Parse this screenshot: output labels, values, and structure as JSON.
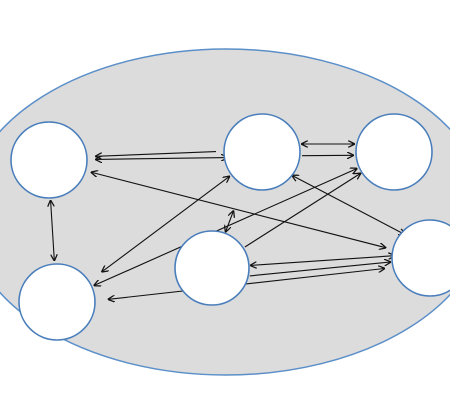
{
  "diagram": {
    "colors": {
      "background": "#ffffff",
      "ellipse_fill": "#dcdcdc",
      "ellipse_stroke": "#5b8fc9",
      "node_fill": "#ffffff",
      "node_stroke": "#4a7ebb",
      "edge": "#111111"
    },
    "nodes": [
      {
        "id": "n1"
      },
      {
        "id": "n2"
      },
      {
        "id": "n3"
      },
      {
        "id": "n4"
      },
      {
        "id": "n5"
      },
      {
        "id": "n6"
      },
      {
        "id": "n7"
      }
    ],
    "edges": [
      {
        "from": "n2",
        "to": "n1",
        "arrow": "end"
      },
      {
        "from": "n1",
        "to": "n2",
        "arrow": "both"
      },
      {
        "from": "n2",
        "to": "n3",
        "arrow": "both"
      },
      {
        "from": "n2",
        "to": "n3",
        "arrow": "end"
      },
      {
        "from": "n3",
        "to": "n4",
        "arrow": "both"
      },
      {
        "from": "n1",
        "to": "n4",
        "arrow": "both"
      },
      {
        "from": "n1",
        "to": "n6",
        "arrow": "both"
      },
      {
        "from": "n2",
        "to": "n6",
        "arrow": "both"
      },
      {
        "from": "n2",
        "to": "n5",
        "arrow": "both"
      },
      {
        "from": "n2",
        "to": "n4",
        "arrow": "both"
      },
      {
        "from": "n3",
        "to": "n5",
        "arrow": "start"
      },
      {
        "from": "n5",
        "to": "n6",
        "arrow": "both"
      },
      {
        "from": "n5",
        "to": "n6",
        "arrow": "end"
      },
      {
        "from": "n6",
        "to": "n4",
        "arrow": "both"
      }
    ]
  }
}
